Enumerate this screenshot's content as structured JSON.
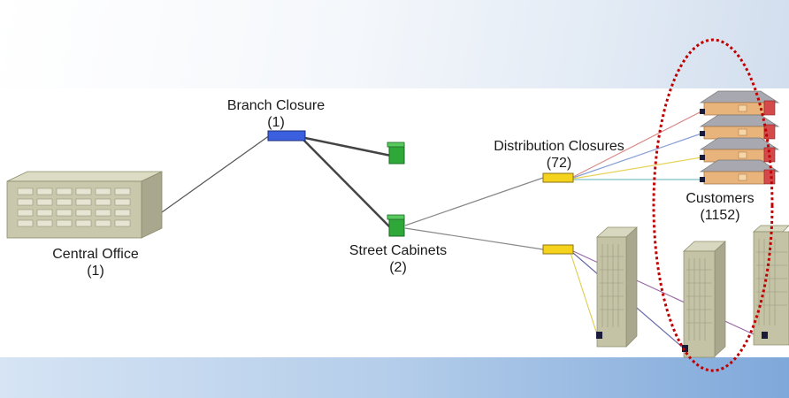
{
  "nodes": {
    "central_office": {
      "name": "Central Office",
      "count": "(1)"
    },
    "branch_closure": {
      "name": "Branch Closure",
      "count": "(1)"
    },
    "street_cabinets": {
      "name": "Street Cabinets",
      "count": "(2)"
    },
    "distribution_closures": {
      "name": "Distribution Closures",
      "count": "(72)"
    },
    "customers": {
      "name": "Customers",
      "count": "(1152)"
    }
  },
  "colors": {
    "branch_closure": "#3c5fe0",
    "street_cabinet": "#2fa83a",
    "distribution_closure": "#f5d21c",
    "highlight_ellipse": "#c00000",
    "building": "#b9b89a",
    "house": "#e8b47c"
  }
}
